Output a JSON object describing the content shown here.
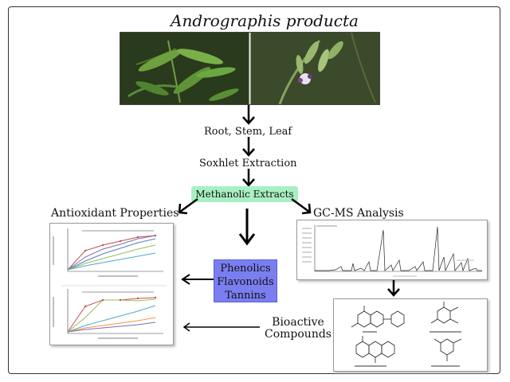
{
  "title": "Andrographis producta",
  "steps": {
    "parts": "Root, Stem, Leaf",
    "extraction": "Soxhlet Extraction",
    "extract": "Methanolic Extracts"
  },
  "branches": {
    "left": "Antioxidant Properties",
    "right": "GC-MS Analysis"
  },
  "phytochemicals": [
    "Phenolics",
    "Flavonoids",
    "Tannins"
  ],
  "bioactive": [
    "Bioactive",
    "Compounds"
  ],
  "colors": {
    "extract_box": "#a8f0c2",
    "phytochem_box": "#7a7ef0"
  }
}
